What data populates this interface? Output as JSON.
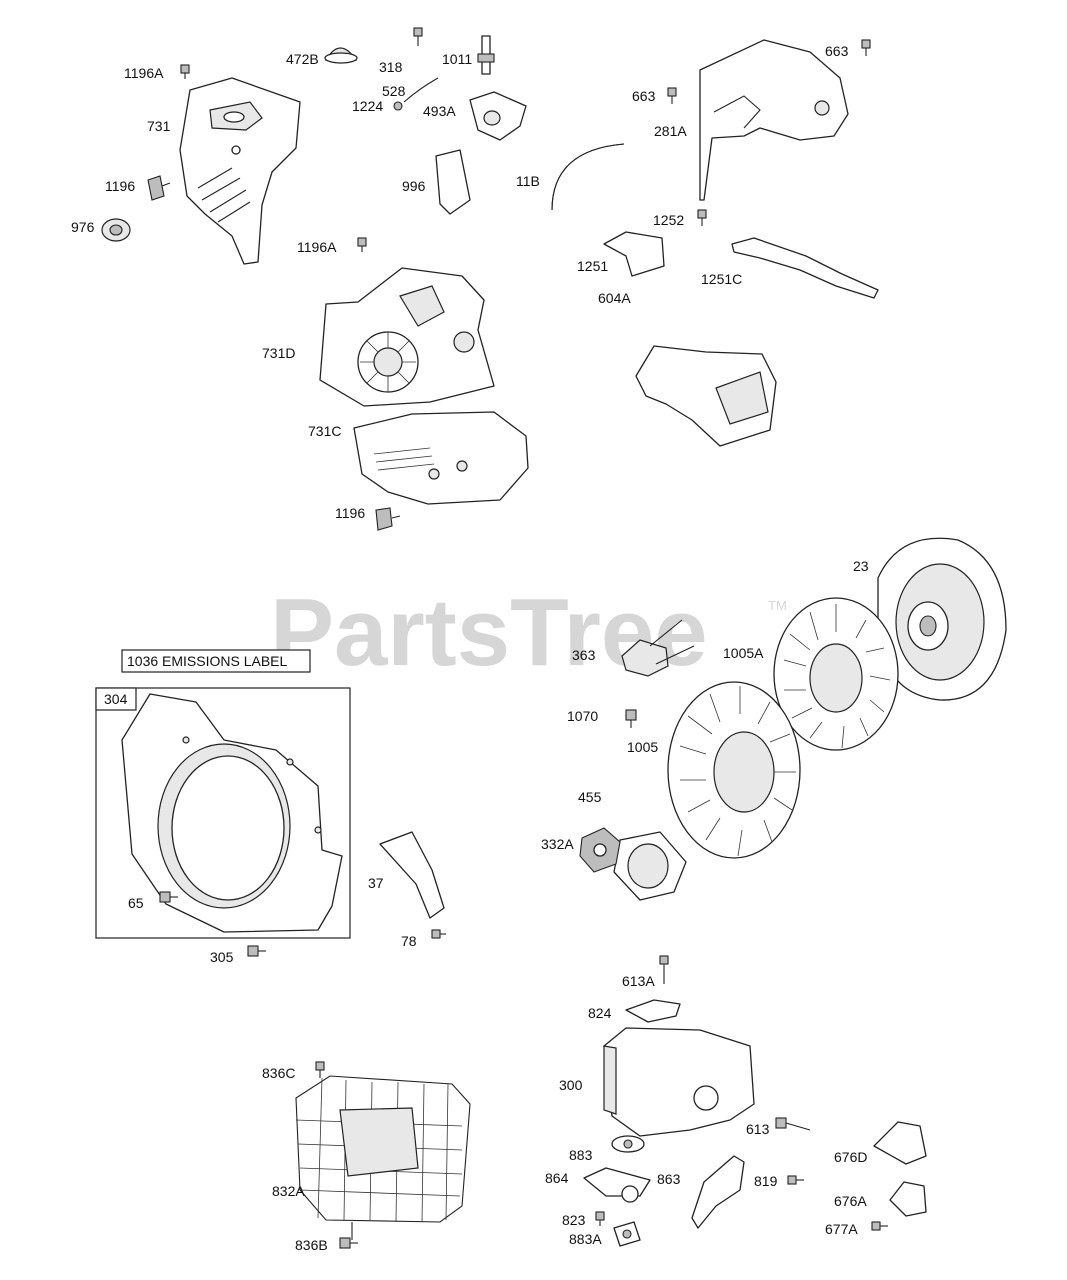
{
  "watermark": {
    "text": "PartsTree",
    "trademark": "TM"
  },
  "emissions_box": {
    "label": "1036 EMISSIONS LABEL"
  },
  "group_box": {
    "label": "304"
  },
  "callouts": [
    "1196A",
    "472B",
    "318",
    "1011",
    "663",
    "528",
    "1224",
    "493A",
    "663",
    "731",
    "281A",
    "1196",
    "996",
    "11B",
    "976",
    "1252",
    "1251",
    "1251C",
    "1196A",
    "731D",
    "604A",
    "731C",
    "1196",
    "23",
    "363",
    "1005A",
    "1070",
    "1005",
    "455",
    "332A",
    "65",
    "37",
    "305",
    "78",
    "613A",
    "824",
    "836C",
    "300",
    "613",
    "883",
    "676D",
    "864",
    "863",
    "819",
    "832A",
    "676A",
    "823",
    "883A",
    "677A",
    "836B"
  ]
}
